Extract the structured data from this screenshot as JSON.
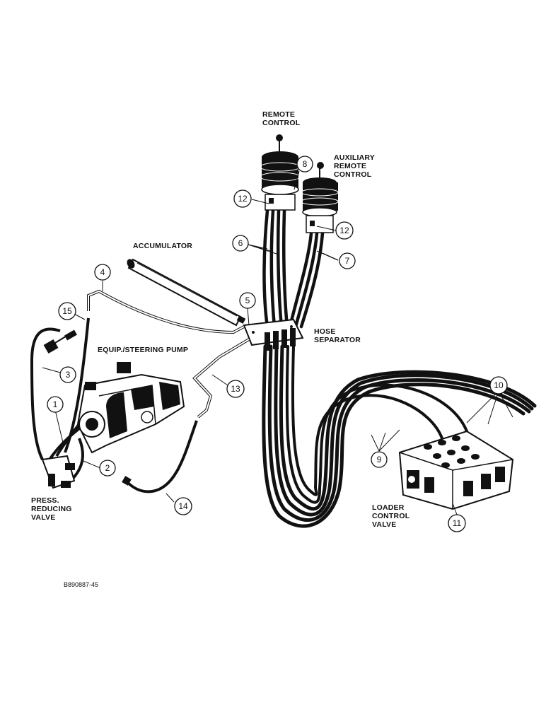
{
  "labels": {
    "remote_control": [
      "REMOTE",
      "CONTROL"
    ],
    "auxiliary_remote_control": [
      "AUXILIARY",
      "REMOTE",
      "CONTROL"
    ],
    "accumulator": "ACCUMULATOR",
    "hose_separator": [
      "HOSE",
      "SEPARATOR"
    ],
    "equip_steering_pump": "EQUIP./STEERING PUMP",
    "press_reducing_valve": [
      "PRESS.",
      "REDUCING",
      "VALVE"
    ],
    "loader_control_valve": [
      "LOADER",
      "CONTROL",
      "VALVE"
    ]
  },
  "figure_code": "B890887-45",
  "callouts": [
    "1",
    "2",
    "3",
    "4",
    "5",
    "6",
    "7",
    "8",
    "9",
    "10",
    "11",
    "12",
    "12",
    "13",
    "14",
    "15"
  ]
}
